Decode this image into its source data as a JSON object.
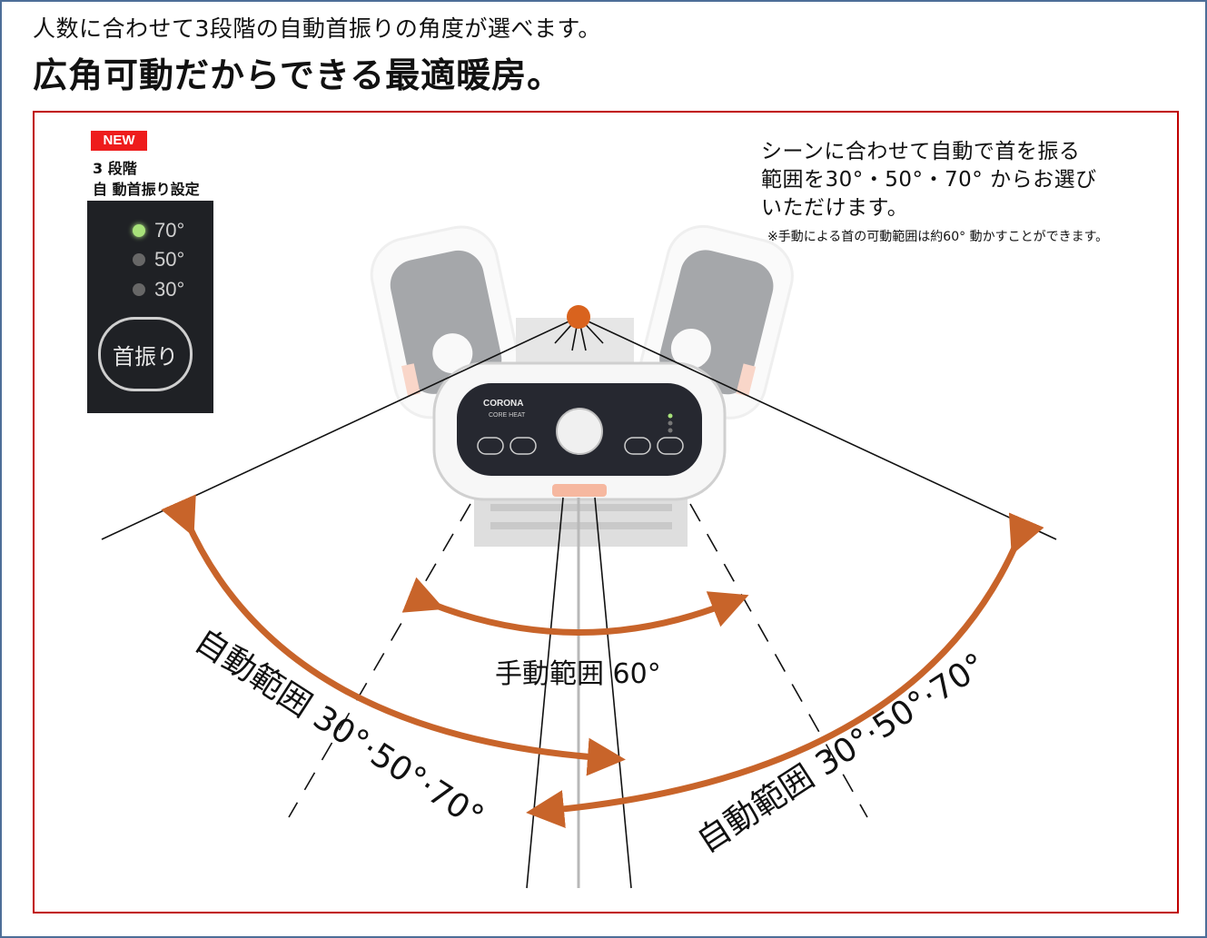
{
  "header": {
    "subtitle": "人数に合わせて3段階の自動首振りの角度が選べます。",
    "headline": "広角可動だからできる最適暖房。"
  },
  "panel": {
    "badge": "NEW",
    "setting_label_1": "3 段階",
    "setting_label_2": "自 動首振り設定",
    "angles": [
      "70°",
      "50°",
      "30°"
    ],
    "active_angle_index": 0,
    "button_label": "首振り"
  },
  "note": {
    "line1": "シーンに合わせて自動で首を振る",
    "line2": "範囲を30°・50°・70° からお選び",
    "line3": "いただけます。",
    "footnote": "※手動による首の可動範囲は約60° 動かすことができます。"
  },
  "heater": {
    "brand": "CORONA",
    "model": "CORE HEAT"
  },
  "labels": {
    "manual_range": "手動範囲 60°",
    "auto_range_left": "自動範囲 30°·50°·70°",
    "auto_range_right": "自動範囲 30°·50°·70°"
  },
  "colors": {
    "arrow": "#c8642a",
    "frame": "#c00000",
    "outer_frame": "#4d6e98",
    "pivot": "#d9631e",
    "led_on": "#a8e27a"
  }
}
